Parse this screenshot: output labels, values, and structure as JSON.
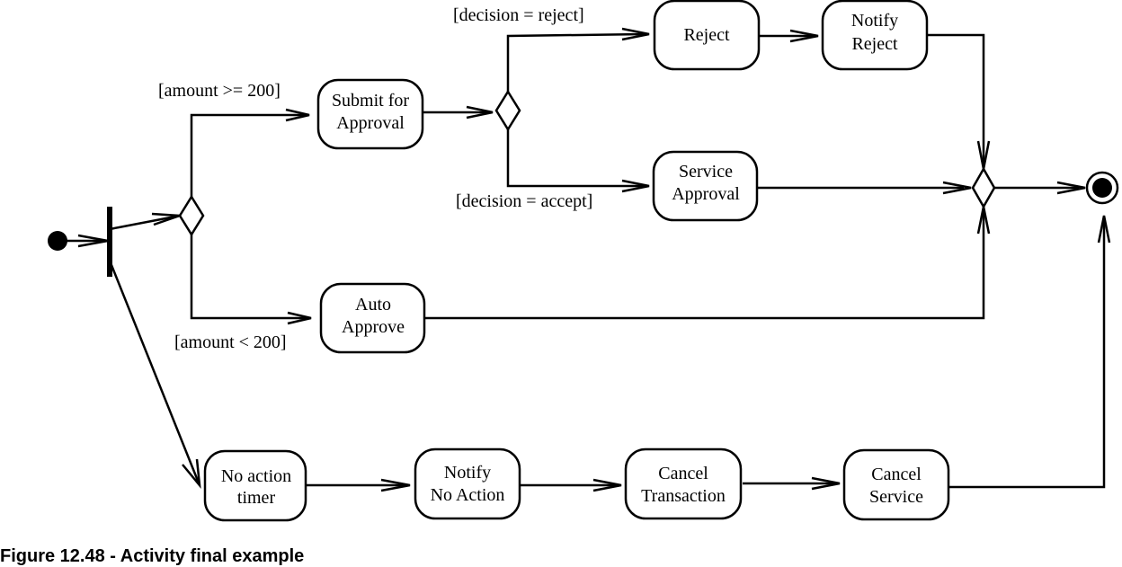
{
  "caption": "Figure 12.48 - Activity final example",
  "actions": {
    "submit_for_approval": [
      "Submit for",
      "Approval"
    ],
    "reject": [
      "Reject"
    ],
    "notify_reject": [
      "Notify",
      "Reject"
    ],
    "service_approval": [
      "Service",
      "Approval"
    ],
    "auto_approve": [
      "Auto",
      "Approve"
    ],
    "no_action_timer": [
      "No action",
      "timer"
    ],
    "notify_no_action": [
      "Notify",
      "No Action"
    ],
    "cancel_transaction": [
      "Cancel",
      "Transaction"
    ],
    "cancel_service": [
      "Cancel",
      "Service"
    ]
  },
  "guards": {
    "amount_ge_200": "[amount >= 200]",
    "amount_lt_200": "[amount < 200]",
    "decision_reject": "[decision = reject]",
    "decision_accept": "[decision = accept]"
  }
}
